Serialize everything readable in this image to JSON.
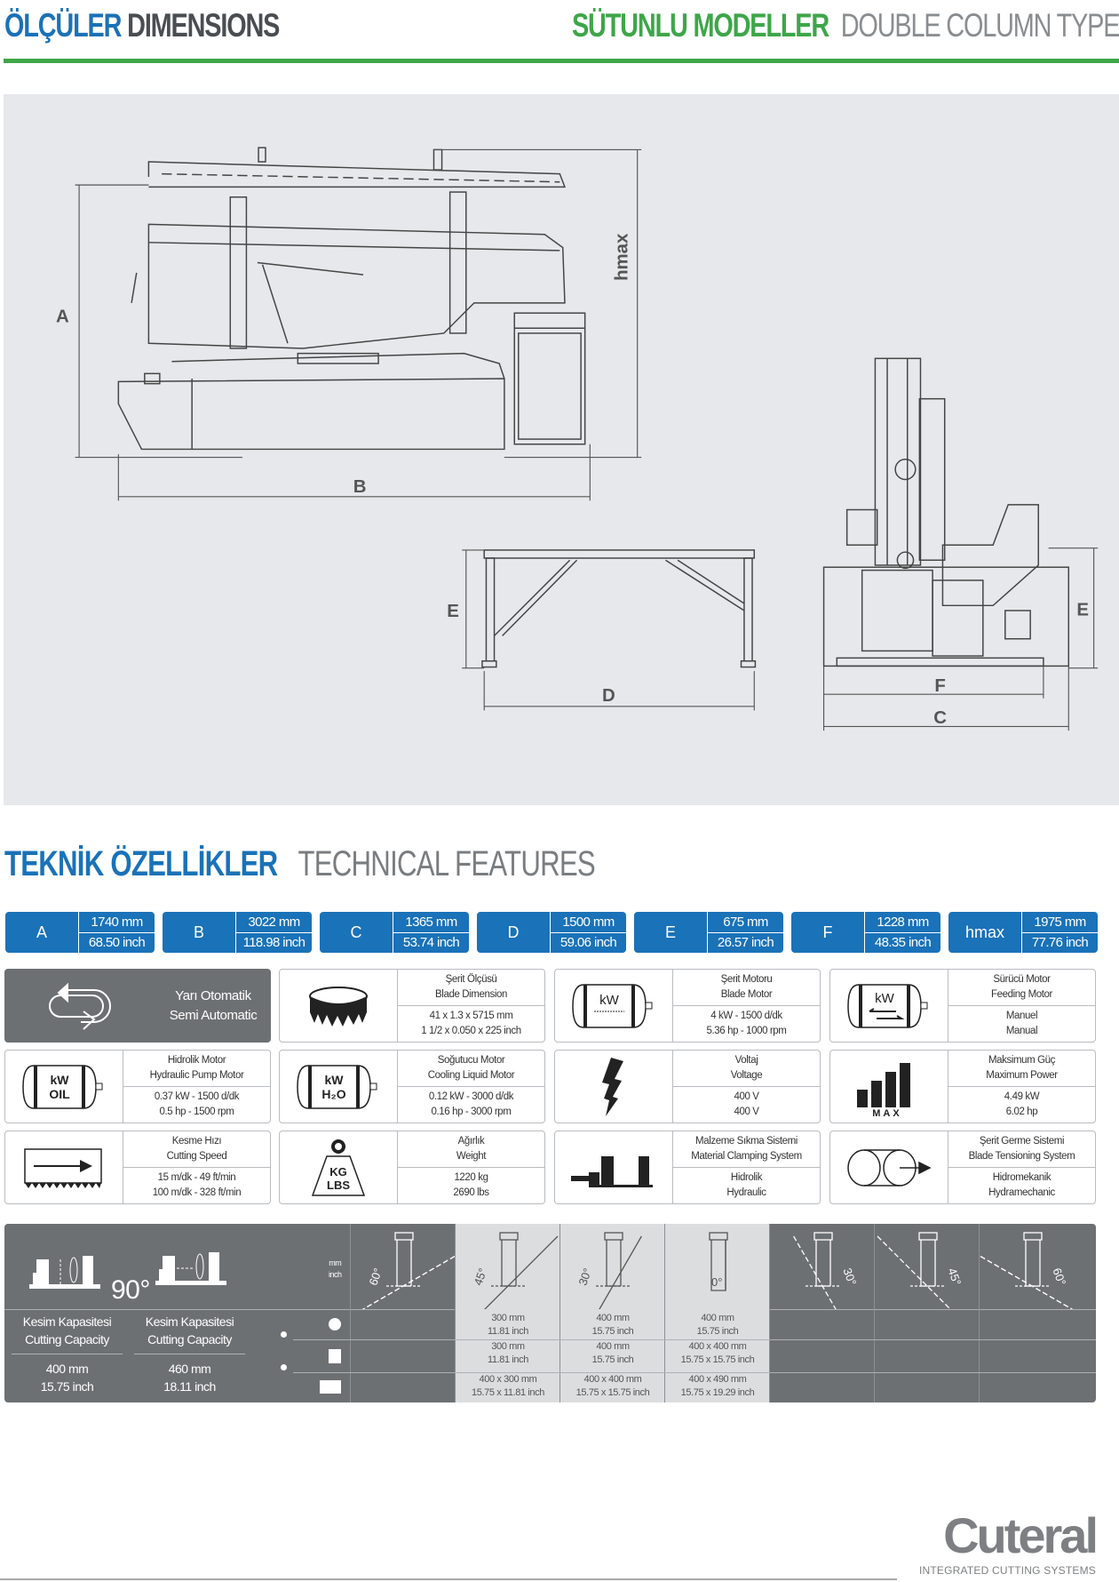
{
  "header": {
    "left_tr": "ÖLÇÜLER",
    "left_en": "DIMENSIONS",
    "right_tr": "SÜTUNLU MODELLER",
    "right_en": "DOUBLE COLUMN TYPES"
  },
  "drawing_labels": {
    "A": "A",
    "B": "B",
    "hmax": "hmax",
    "D": "D",
    "E": "E",
    "F": "F",
    "C": "C"
  },
  "section": {
    "title_tr": "TEKNİK ÖZELLİKLER",
    "title_en": "TECHNICAL FEATURES"
  },
  "dimensions": [
    {
      "key": "A",
      "mm": "1740 mm",
      "inch": "68.50 inch"
    },
    {
      "key": "B",
      "mm": "3022 mm",
      "inch": "118.98 inch"
    },
    {
      "key": "C",
      "mm": "1365 mm",
      "inch": "53.74 inch"
    },
    {
      "key": "D",
      "mm": "1500 mm",
      "inch": "59.06 inch"
    },
    {
      "key": "E",
      "mm": "675 mm",
      "inch": "26.57 inch"
    },
    {
      "key": "F",
      "mm": "1228 mm",
      "inch": "48.35 inch"
    },
    {
      "key": "hmax",
      "mm": "1975 mm",
      "inch": "77.76 inch"
    }
  ],
  "features": [
    {
      "icon": "semi-automatic-icon",
      "title_tr": "Yarı Otomatik",
      "title_en": "Semi Automatic"
    },
    {
      "icon": "blade-icon",
      "title_tr": "Şerit Ölçüsü",
      "title_en": "Blade Dimension",
      "v1": "41 x 1.3 x 5715 mm",
      "v2": "1 1/2 x 0.050 x 225 inch"
    },
    {
      "icon": "blade-motor-icon",
      "icon_text": "kW",
      "title_tr": "Şerit Motoru",
      "title_en": "Blade Motor",
      "v1": "4 kW - 1500 d/dk",
      "v2": "5.36 hp - 1000 rpm"
    },
    {
      "icon": "feeding-motor-icon",
      "icon_text": "kW",
      "title_tr": "Sürücü Motor",
      "title_en": "Feeding Motor",
      "v1": "Manuel",
      "v2": "Manual"
    },
    {
      "icon": "hydraulic-motor-icon",
      "icon_text": "kW",
      "icon_text2": "OIL",
      "title_tr": "Hidrolik Motor",
      "title_en": "Hydraulic Pump Motor",
      "v1": "0.37 kW - 1500 d/dk",
      "v2": "0.5 hp - 1500 rpm"
    },
    {
      "icon": "cooling-motor-icon",
      "icon_text": "kW",
      "icon_text2": "H₂O",
      "title_tr": "Soğutucu Motor",
      "title_en": "Cooling Liquid Motor",
      "v1": "0.12 kW - 3000 d/dk",
      "v2": "0.16 hp - 3000 rpm"
    },
    {
      "icon": "lightning-icon",
      "title_tr": "Voltaj",
      "title_en": "Voltage",
      "v1": "400 V",
      "v2": "400 V"
    },
    {
      "icon": "max-power-icon",
      "icon_text": "MAX",
      "title_tr": "Maksimum Güç",
      "title_en": "Maximum Power",
      "v1": "4.49 kW",
      "v2": "6.02 hp"
    },
    {
      "icon": "cutting-speed-icon",
      "title_tr": "Kesme Hızı",
      "title_en": "Cutting Speed",
      "v1": "15 m/dk - 49 ft/min",
      "v2": "100 m/dk - 328 ft/min"
    },
    {
      "icon": "weight-icon",
      "icon_text": "KG",
      "icon_text2": "LBS",
      "title_tr": "Ağırlık",
      "title_en": "Weight",
      "v1": "1220 kg",
      "v2": "2690  lbs"
    },
    {
      "icon": "clamping-icon",
      "title_tr": "Malzeme Sıkma Sistemi",
      "title_en": "Material Clamping System",
      "v1": "Hidrolik",
      "v2": "Hydraulic"
    },
    {
      "icon": "blade-tension-icon",
      "title_tr": "Şerit Germe Sistemi",
      "title_en": "Blade Tensioning System",
      "v1": "Hidromekanik",
      "v2": "Hydramechanic"
    }
  ],
  "cutting": {
    "angle90": "90°",
    "units_mm": "mm",
    "units_inch": "inch",
    "left": [
      {
        "tr": "Kesim Kapasitesi",
        "en": "Cutting Capacity",
        "mm": "400 mm",
        "inch": "15.75 inch"
      },
      {
        "tr": "Kesim Kapasitesi",
        "en": "Cutting Capacity",
        "mm": "460 mm",
        "inch": "18.11 inch"
      }
    ],
    "angles": [
      {
        "label": "60°",
        "dir": "left",
        "values": []
      },
      {
        "label": "45°",
        "dir": "left",
        "values": [
          [
            "300 mm",
            "11.81 inch"
          ],
          [
            "300 mm",
            "11.81 inch"
          ],
          [
            "400 x 300 mm",
            "15.75 x 11.81 inch"
          ]
        ]
      },
      {
        "label": "30°",
        "dir": "left",
        "values": [
          [
            "400 mm",
            "15.75 inch"
          ],
          [
            "400 mm",
            "15.75 inch"
          ],
          [
            "400 x 400 mm",
            "15.75 x 15.75 inch"
          ]
        ]
      },
      {
        "label": "0°",
        "dir": "none",
        "values": [
          [
            "400 mm",
            "15.75 inch"
          ],
          [
            "400 x 400 mm",
            "15.75 x 15.75 inch"
          ],
          [
            "400 x 490 mm",
            "15.75 x 19.29 inch"
          ]
        ]
      },
      {
        "label": "30°",
        "dir": "right",
        "values": []
      },
      {
        "label": "45°",
        "dir": "right",
        "values": []
      },
      {
        "label": "60°",
        "dir": "right",
        "values": []
      }
    ]
  },
  "logo": {
    "name": "Cuteral",
    "tagline": "INTEGRATED CUTTING SYSTEMS"
  }
}
